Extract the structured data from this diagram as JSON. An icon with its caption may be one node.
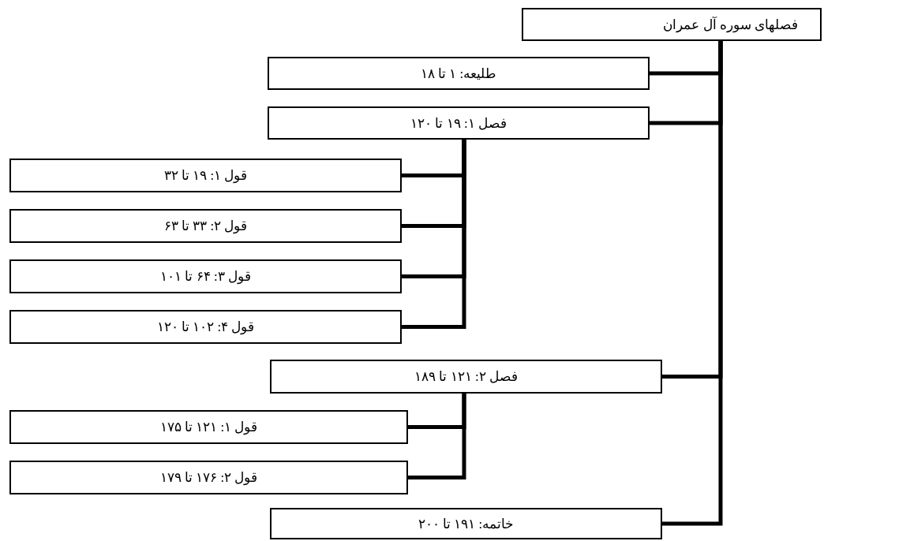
{
  "diagram": {
    "nodes": [
      {
        "text": [
          "فصلهای سوره آل عمران"
        ]
      },
      {
        "text": [
          "طلیعه: ۱ تا ۱۸"
        ]
      },
      {
        "text": [
          "فصل ۱: ۱۹ تا ۱۲۰"
        ]
      },
      {
        "text": [
          "قول ۱: ۱۹ تا ۳۲"
        ]
      },
      {
        "text": [
          "قول ۲: ۳۳ تا ۶۳"
        ]
      },
      {
        "text": [
          "قول ۳: ۶۴ تا ۱۰۱"
        ]
      },
      {
        "text": [
          "قول ۴: ۱۰۲ تا ۱۲۰"
        ]
      },
      {
        "text": [
          "فصل ۲: ۱۲۱ تا ۱۸۹"
        ]
      },
      {
        "text": [
          "قول ۱: ۱۲۱ تا ۱۷۵"
        ]
      },
      {
        "text": [
          "قول ۲: ۱۷۶ تا ۱۷۹"
        ]
      },
      {
        "text": [
          "خاتمه: ۱۹۱ تا ۲۰۰"
        ]
      }
    ],
    "edges": [
      {
        "from": 0,
        "to": 1,
        "arrow": "none"
      },
      {
        "from": 0,
        "to": 2,
        "arrow": "none"
      },
      {
        "from": 2,
        "to": 3,
        "arrow": "none"
      },
      {
        "from": 2,
        "to": 4,
        "arrow": "none"
      },
      {
        "from": 2,
        "to": 5,
        "arrow": "none"
      },
      {
        "from": 2,
        "to": 6,
        "arrow": "none"
      },
      {
        "from": 0,
        "to": 7,
        "arrow": "none"
      },
      {
        "from": 7,
        "to": 8,
        "arrow": "none"
      },
      {
        "from": 7,
        "to": 9,
        "arrow": "none"
      },
      {
        "from": 0,
        "to": 10,
        "arrow": "none"
      }
    ]
  }
}
